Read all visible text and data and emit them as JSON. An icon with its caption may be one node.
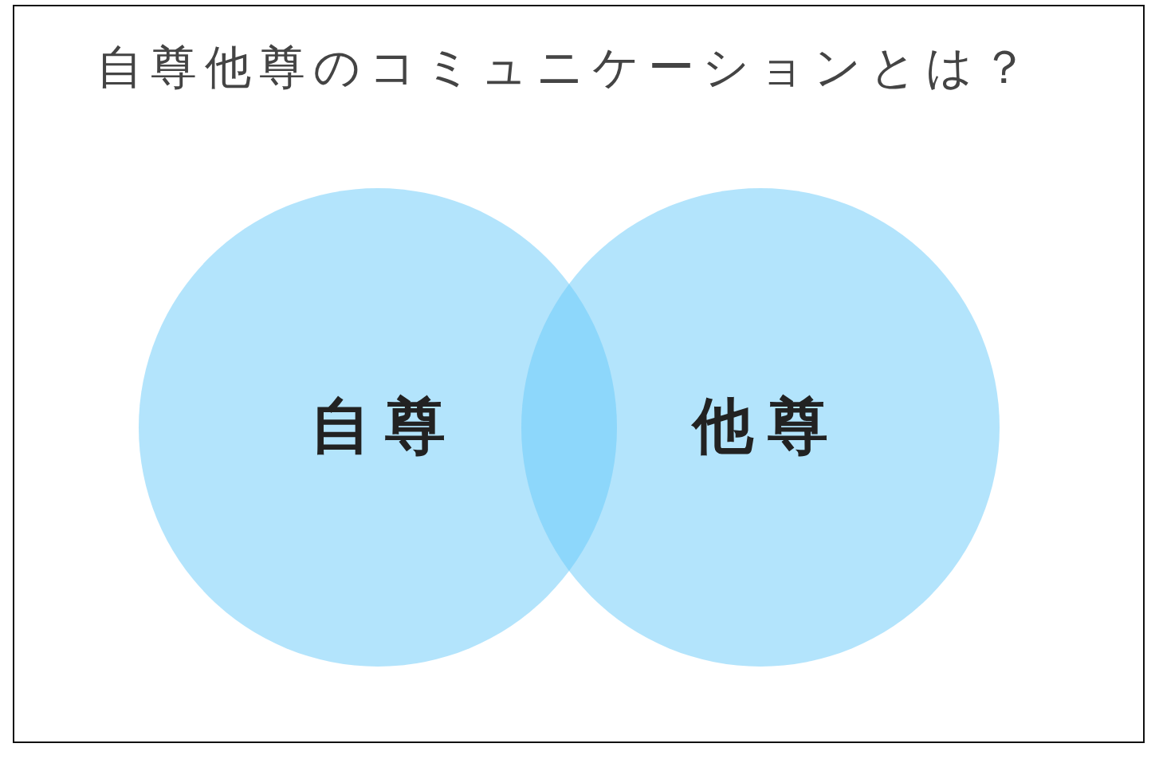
{
  "diagram": {
    "title": "自尊他尊のコミュニケーションとは？",
    "nodes": [
      {
        "text": [
          "自尊"
        ]
      },
      {
        "text": [
          "他尊"
        ]
      }
    ]
  }
}
